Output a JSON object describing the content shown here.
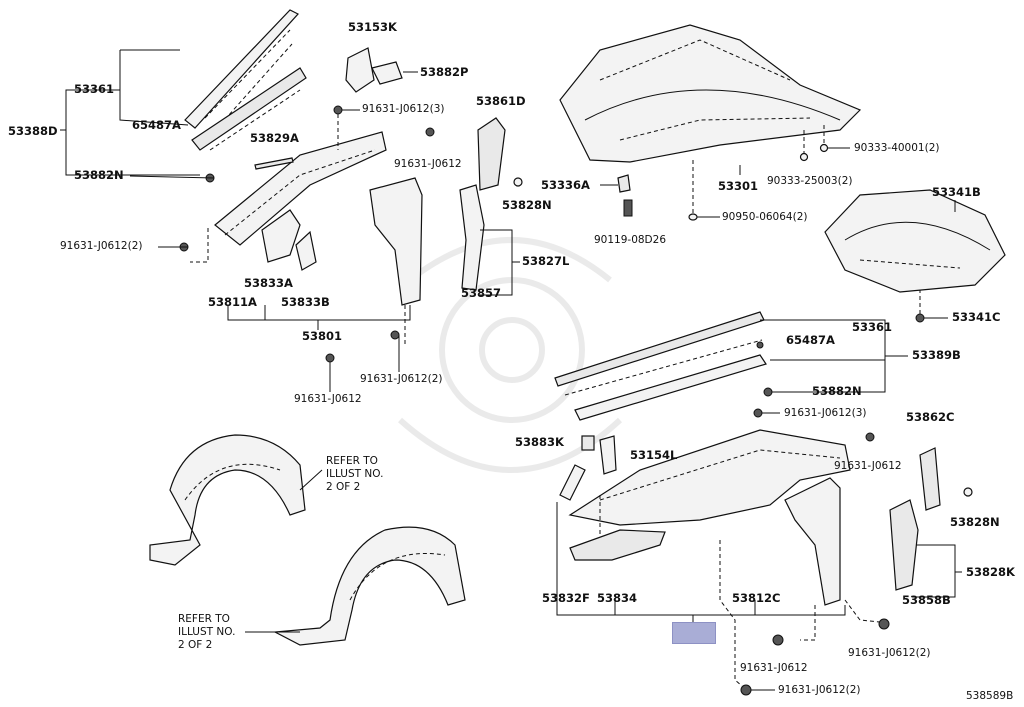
{
  "diagram_id": "538589B",
  "labels": {
    "l53361_top": "53361",
    "l53388D": "53388D",
    "l65487A_top": "65487A",
    "l53882N_top": "53882N",
    "l53153K": "53153K",
    "l53882P": "53882P",
    "l91631_j0612_3_top": "91631-J0612(3)",
    "l53829A": "53829A",
    "l91631_j0612_a": "91631-J0612",
    "l53861D": "53861D",
    "l53828N_top": "53828N",
    "l91631_j0612_2_left": "91631-J0612(2)",
    "l53833A": "53833A",
    "l53811A": "53811A",
    "l53833B": "53833B",
    "l53857": "53857",
    "l53827L": "53827L",
    "l53801": "53801",
    "l91631_j0612_2_mid": "91631-J0612(2)",
    "l91631_j0612_b": "91631-J0612",
    "l53336A": "53336A",
    "l53301": "53301",
    "l90333_40001": "90333-40001(2)",
    "l90333_25003": "90333-25003(2)",
    "l90950_06064": "90950-06064(2)",
    "l90119_08D26": "90119-08D26",
    "l53341B": "53341B",
    "l53341C": "53341C",
    "l53361_right": "53361",
    "l65487A_right": "65487A",
    "l53389B": "53389B",
    "l53882N_right": "53882N",
    "l91631_j0612_3_right": "91631-J0612(3)",
    "l53862C": "53862C",
    "l53883K": "53883K",
    "l53154L": "53154L",
    "l91631_j0612_c": "91631-J0612",
    "l53828N_right": "53828N",
    "l53828K": "53828K",
    "l53858B": "53858B",
    "l53832F": "53832F",
    "l53834": "53834",
    "l53812C": "53812C",
    "l91631_j0612_d": "91631-J0612",
    "l91631_j0612_2_br": "91631-J0612(2)",
    "l91631_j0612_2_bottom": "91631-J0612(2)"
  },
  "notes": {
    "refer_top": [
      "REFER TO",
      "ILLUST NO.",
      "2 OF 2"
    ],
    "refer_bottom": [
      "REFER TO",
      "ILLUST NO.",
      "2 OF 2"
    ]
  },
  "colors": {
    "highlight": "#a9add6",
    "line": "#111111"
  }
}
